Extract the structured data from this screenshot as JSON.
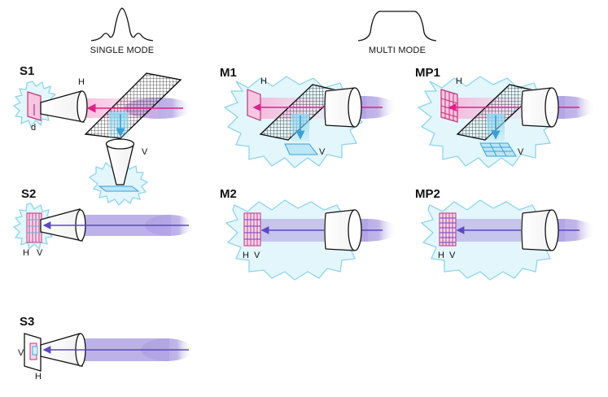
{
  "headers": {
    "single_mode": "SINGLE MODE",
    "multi_mode": "MULTI MODE"
  },
  "panels": {
    "s1": {
      "label": "S1",
      "h": "H",
      "v": "V",
      "d": "d"
    },
    "s2": {
      "label": "S2",
      "h": "H",
      "v": "V"
    },
    "s3": {
      "label": "S3",
      "h": "H",
      "v": "V"
    },
    "m1": {
      "label": "M1",
      "h": "H",
      "v": "V"
    },
    "m2": {
      "label": "M2",
      "h": "H",
      "v": "V"
    },
    "mp1": {
      "label": "MP1",
      "h": "H",
      "v": "V"
    },
    "mp2": {
      "label": "MP2",
      "h": "H",
      "v": "V"
    }
  },
  "colors": {
    "beam_purple": "#a99be0",
    "beam_pink": "#f4a6d2",
    "arrow_pink": "#e0208a",
    "arrow_blue": "#4a6fd0",
    "arrow_cyan": "#3aa0d8",
    "cloud_fill": "#e3f6fb",
    "cloud_stroke": "#8fd4ee",
    "detector_pink": "#e05aa5",
    "detector_blue": "#5fb4e0"
  }
}
